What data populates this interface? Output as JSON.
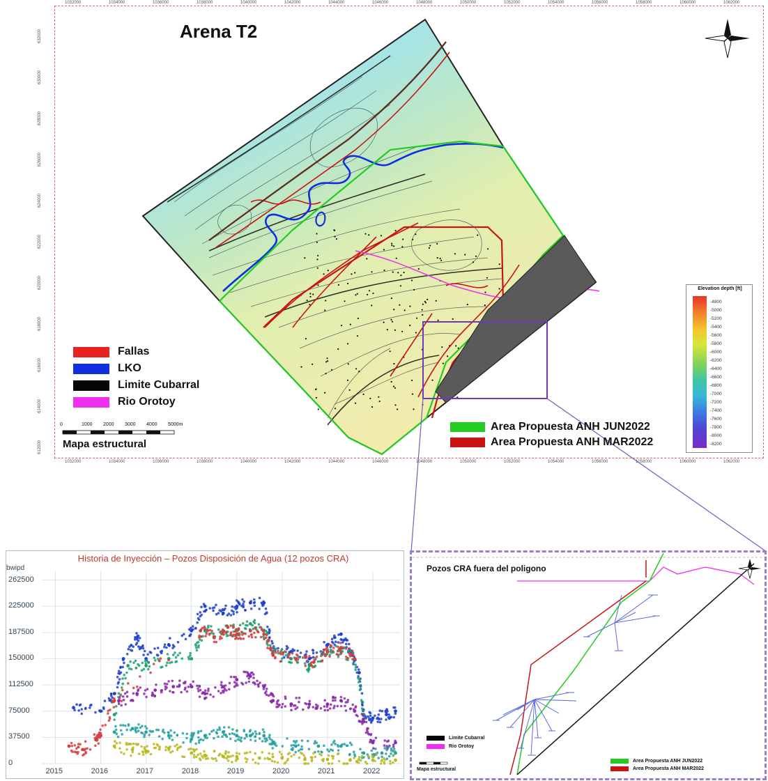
{
  "map": {
    "title": "Arena T2",
    "scale_label": "Mapa estructural",
    "scale_ticks": [
      "0",
      "1000",
      "2000",
      "3000",
      "4000",
      "5000m"
    ],
    "x_coords": [
      "1032000",
      "1034000",
      "1036000",
      "1038000",
      "1040000",
      "1042000",
      "1044000",
      "1046000",
      "1048000",
      "1050000",
      "1052000",
      "1054000",
      "1056000",
      "1058000",
      "1060000",
      "1062000"
    ],
    "y_coords": [
      "632000",
      "630000",
      "628000",
      "626000",
      "624000",
      "622000",
      "620000",
      "618000",
      "616000",
      "614000",
      "612000"
    ],
    "legend": [
      {
        "label": "Fallas",
        "color": "#e8231f"
      },
      {
        "label": "LKO",
        "color": "#1030e0"
      },
      {
        "label": "Limite Cubarral",
        "color": "#050505"
      },
      {
        "label": "Rio Orotoy",
        "color": "#f02ef0"
      }
    ],
    "area_legend": [
      {
        "label": "Area Propuesta ANH JUN2022",
        "color": "#22cc22"
      },
      {
        "label": "Area Propuesta ANH MAR2022",
        "color": "#c81414"
      }
    ],
    "depth_legend": {
      "title": "Elevation depth [ft]",
      "ticks": [
        "-4800",
        "-5000",
        "-5200",
        "-5400",
        "-5600",
        "-5800",
        "-6000",
        "-6200",
        "-6400",
        "-6600",
        "-6800",
        "-7000",
        "-7200",
        "-7400",
        "-7600",
        "-7800",
        "-8000",
        "-8200"
      ]
    }
  },
  "chart_data": {
    "type": "scatter",
    "title": "Historia de Inyección – Pozos Disposición de Agua (12 pozos CRA)",
    "ylabel": "bwipd",
    "yticks": [
      "0",
      "37500",
      "75000",
      "112500",
      "150000",
      "187500",
      "225000",
      "262500"
    ],
    "xticks": [
      "2015",
      "2016",
      "2017",
      "2018",
      "2019",
      "2020",
      "2021",
      "2022"
    ],
    "xlim": [
      2014.7,
      2022.6
    ],
    "ylim": [
      0,
      275000
    ],
    "series": [
      {
        "color": "#1f3fd0",
        "x": [
          2015.4,
          2016.0,
          2016.3,
          2016.5,
          2016.8,
          2017.0,
          2017.5,
          2018.0,
          2018.3,
          2018.7,
          2019.0,
          2019.3,
          2019.6,
          2019.8,
          2020.2,
          2020.6,
          2021.0,
          2021.3,
          2021.5,
          2021.7,
          2021.8,
          2022.0,
          2022.3,
          2022.5
        ],
        "y": [
          80000,
          75000,
          100000,
          150000,
          180000,
          150000,
          170000,
          190000,
          225000,
          215000,
          225000,
          230000,
          230000,
          160000,
          160000,
          150000,
          170000,
          185000,
          160000,
          130000,
          70000,
          65000,
          70000,
          75000
        ]
      },
      {
        "color": "#20a070",
        "x": [
          2016.3,
          2016.6,
          2017.0,
          2017.5,
          2018.0,
          2018.3,
          2018.7,
          2019.0,
          2019.3,
          2019.6,
          2019.8,
          2020.2,
          2020.6,
          2021.0,
          2021.3,
          2021.6,
          2021.8
        ],
        "y": [
          70000,
          140000,
          140000,
          150000,
          150000,
          190000,
          190000,
          190000,
          200000,
          190000,
          160000,
          150000,
          140000,
          160000,
          160000,
          150000,
          70000
        ]
      },
      {
        "color": "#d04040",
        "x": [
          2015.3,
          2015.6,
          2015.9,
          2016.0,
          2016.3,
          2018.2,
          2018.5,
          2018.8,
          2019.0,
          2019.3,
          2019.6,
          2019.8,
          2020.3,
          2020.7,
          2021.0,
          2021.3,
          2021.6
        ],
        "y": [
          25000,
          20000,
          35000,
          40000,
          90000,
          190000,
          180000,
          195000,
          185000,
          190000,
          185000,
          155000,
          150000,
          145000,
          160000,
          165000,
          150000
        ]
      },
      {
        "color": "#8a2aa8",
        "x": [
          2016.4,
          2016.8,
          2017.2,
          2017.6,
          2018.0,
          2018.3,
          2018.7,
          2019.0,
          2019.3,
          2019.6,
          2019.8,
          2020.2,
          2020.6,
          2021.0,
          2021.3,
          2021.6,
          2021.8,
          2022.0,
          2022.5
        ],
        "y": [
          90000,
          100000,
          105000,
          110000,
          110000,
          100000,
          110000,
          120000,
          125000,
          110000,
          90000,
          85000,
          85000,
          85000,
          90000,
          75000,
          60000,
          30000,
          30000
        ]
      },
      {
        "color": "#26a0a0",
        "x": [
          2016.3,
          2016.7,
          2017.0,
          2017.5,
          2018.0,
          2018.3,
          2018.7,
          2019.0,
          2019.3,
          2019.6,
          2019.8,
          2020.3,
          2020.8,
          2021.3,
          2021.8,
          2022.2,
          2022.5
        ],
        "y": [
          45000,
          50000,
          45000,
          40000,
          35000,
          40000,
          45000,
          40000,
          40000,
          40000,
          30000,
          25000,
          25000,
          25000,
          15000,
          15000,
          15000
        ]
      },
      {
        "color": "#b8b820",
        "x": [
          2016.3,
          2016.7,
          2017.0,
          2017.5,
          2018.0,
          2018.3,
          2018.7,
          2019.0,
          2019.5,
          2020.0,
          2020.5,
          2021.0,
          2021.5,
          2022.0,
          2022.5
        ],
        "y": [
          25000,
          20000,
          18000,
          22000,
          15000,
          12000,
          10000,
          10000,
          8000,
          8000,
          6000,
          6000,
          5000,
          5000,
          5000
        ]
      }
    ]
  },
  "inset": {
    "title": "Pozos CRA fuera del poligono",
    "scale_label": "Mapa estructural",
    "legend_left": [
      {
        "label": "Limite Cubarral",
        "color": "#050505"
      },
      {
        "label": "Rio Orotoy",
        "color": "#f02ef0"
      }
    ],
    "legend_right": [
      {
        "label": "Area Propuesta ANH JUN2022",
        "color": "#22cc22"
      },
      {
        "label": "Area Propuesta ANH MAR2022",
        "color": "#c81414"
      }
    ]
  }
}
